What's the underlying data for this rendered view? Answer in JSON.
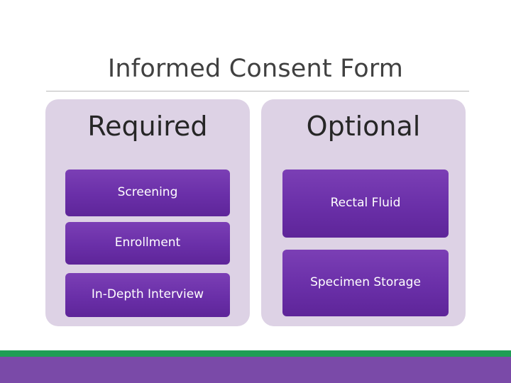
{
  "slide": {
    "title": "Informed Consent Form",
    "columns": [
      {
        "heading": "Required",
        "items": [
          "Screening",
          "Enrollment",
          "In-Depth Interview"
        ]
      },
      {
        "heading": "Optional",
        "items": [
          "Rectal Fluid",
          "Specimen Storage"
        ]
      }
    ],
    "colors": {
      "panel_background": "#ddd2e5",
      "box_purple": "#6a2fa8",
      "footer_green": "#1f9d55",
      "footer_purple": "#7a4aa8",
      "title_text": "#404040",
      "heading_text": "#262626"
    }
  }
}
